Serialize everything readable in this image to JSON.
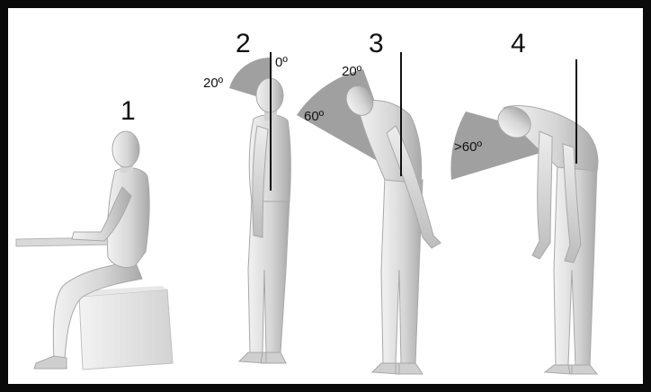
{
  "title": "",
  "figures": [
    {
      "number": "1"
    },
    {
      "number": "2",
      "angles": [
        "20º",
        "0º"
      ]
    },
    {
      "number": "3",
      "angles": [
        "20º",
        "60º"
      ]
    },
    {
      "number": "4",
      "angles": [
        ">60º"
      ]
    }
  ],
  "colors": {
    "frame": "#0a0a0a",
    "wedge": "#8f8f8f",
    "body_light": "#e4e4e4",
    "body_mid": "#c4c4c4",
    "body_dark": "#9a9a9a",
    "line": "#111111"
  }
}
